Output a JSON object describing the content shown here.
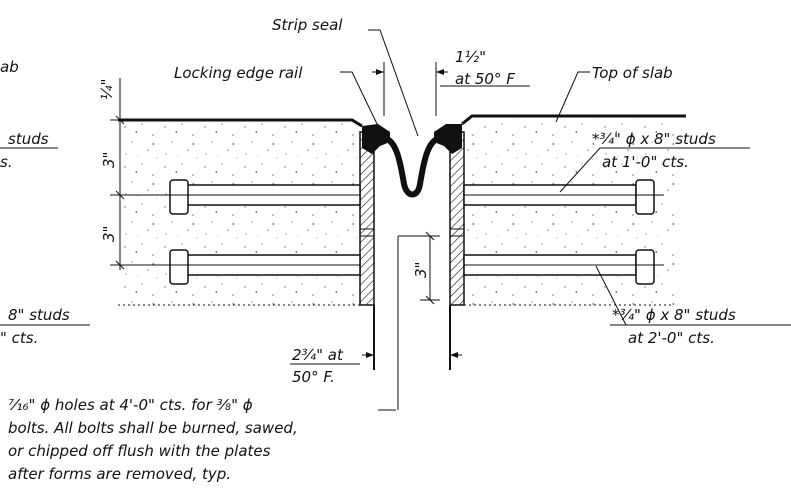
{
  "labels": {
    "strip_seal": "Strip seal",
    "locking_edge_rail": "Locking edge rail",
    "top_of_slab": "Top of slab",
    "gap_dim_top_line1": "1½\"",
    "gap_dim_top_line2": "at 50° F",
    "quarter_inch": "¼\"",
    "three_in_a": "3\"",
    "three_in_b": "3\"",
    "three_in_c": "3\"",
    "studs_right_top_line1": "*¾\" ϕ x 8\" studs",
    "studs_right_top_line2": "at 1'-0\" cts.",
    "studs_right_bottom_line1": "*¾\" ϕ x 8\" studs",
    "studs_right_bottom_line2": "at 2'-0\" cts.",
    "gap_dim_bottom_line1": "2¾\" at",
    "gap_dim_bottom_line2": "50° F.",
    "holes_line1": "⁷⁄₁₆\" ϕ holes at 4'-0\" cts. for ⅜\" ϕ",
    "holes_line2": "bolts. All bolts shall be burned, sawed,",
    "holes_line3": "or chipped off flush with the plates",
    "holes_line4": "after forms are removed, typ.",
    "left_cut_top": "ab",
    "left_cut_studs": "studs",
    "left_cut_cts": "s.",
    "left_cut_8in_studs": "8\" studs",
    "left_cut_cts2": "\" cts."
  }
}
